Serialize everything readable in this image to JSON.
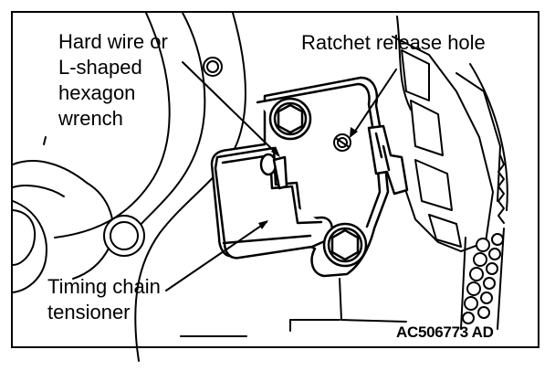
{
  "labels": {
    "wrench": [
      "Hard wire or",
      "L-shaped",
      "hexagon",
      "wrench"
    ],
    "ratchet_release_hole": "Ratchet release hole",
    "tensioner": [
      "Timing chain",
      "tensioner"
    ],
    "figure_code": "AC506773 AD"
  },
  "colors": {
    "ink": "#000000",
    "background": "#ffffff"
  }
}
